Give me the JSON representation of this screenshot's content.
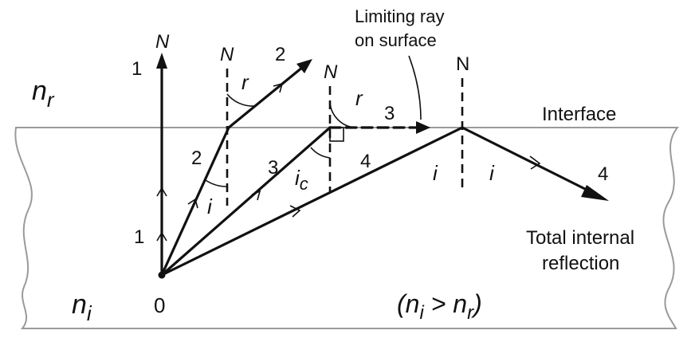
{
  "labels": {
    "normal": "N",
    "normal_upright": "N",
    "ray1": "1",
    "ray2": "2",
    "ray3": "3",
    "ray4": "4",
    "angle_r": "r",
    "angle_i": "i",
    "angle_ic": "i",
    "angle_ic_sub": "c",
    "limiting_line1": "Limiting ray",
    "limiting_line2": "on surface",
    "interface": "Interface",
    "n_r": "n",
    "n_r_sub": "r",
    "n_i": "n",
    "n_i_sub": "i",
    "origin": "0",
    "tir_line1": "Total internal",
    "tir_line2": "reflection",
    "cond_open": "(n",
    "cond_sub_i": "i",
    "cond_gt": " > n",
    "cond_sub_r": "r",
    "cond_close": ")"
  }
}
